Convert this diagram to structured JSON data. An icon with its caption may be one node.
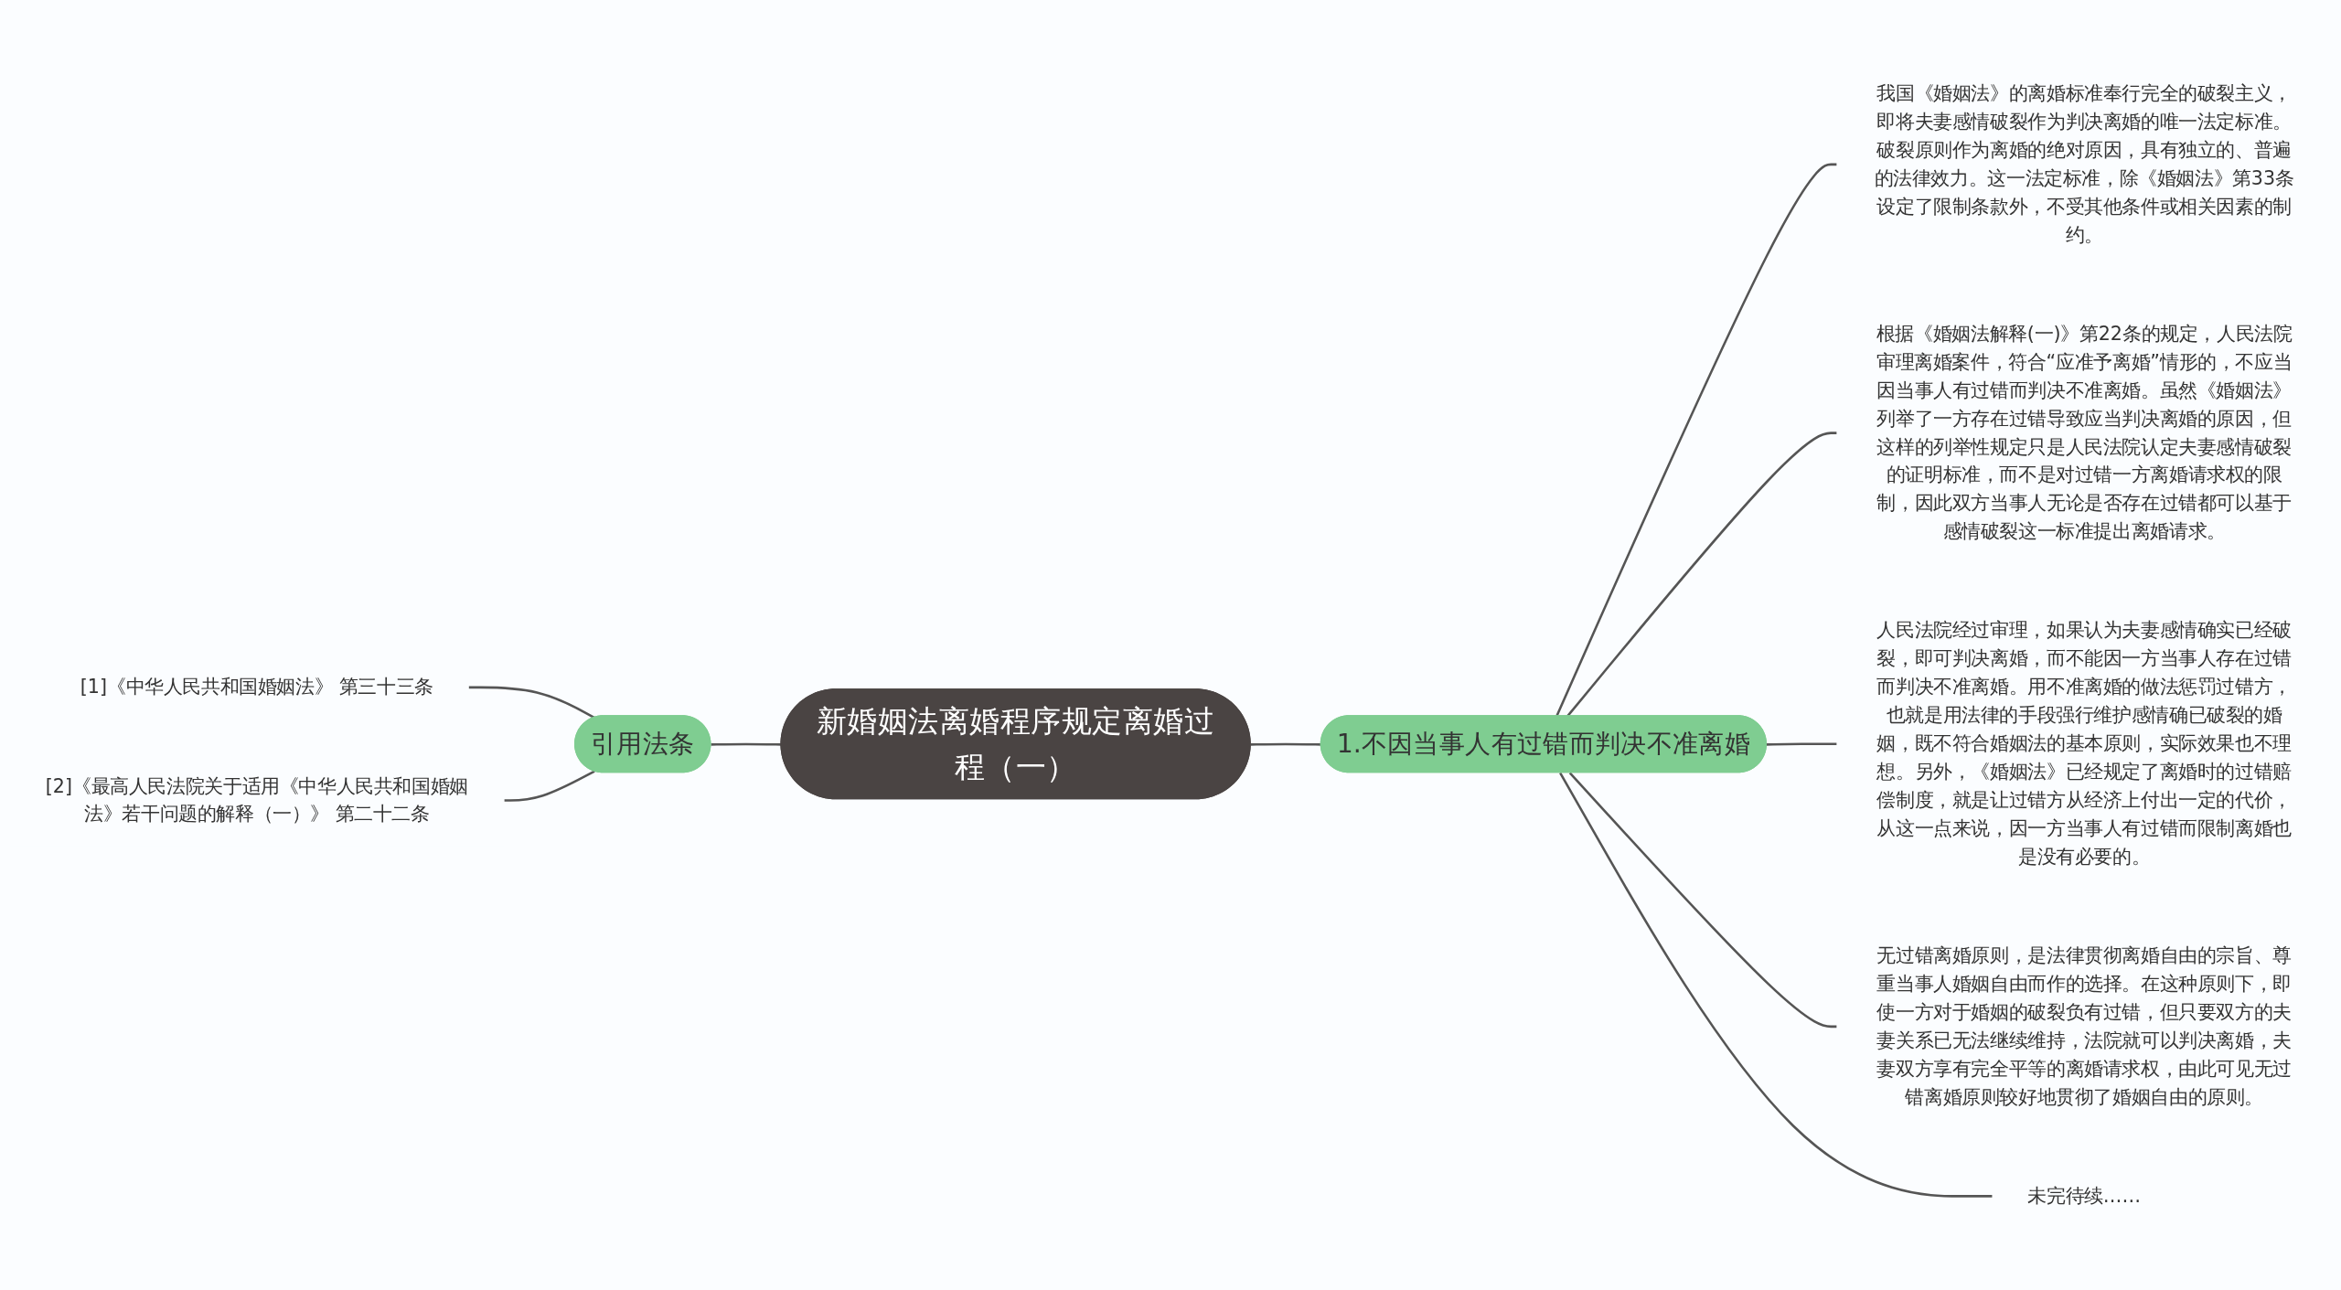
{
  "diagram": {
    "nodes": [
      {
        "text": [
          "新婚姻法离婚程序规定离婚过程（一）"
        ]
      },
      {
        "text": [
          "引用法条"
        ]
      },
      {
        "text": [
          "[1]《中华人民共和国婚姻法》 第三十三条"
        ]
      },
      {
        "text": [
          "[2]《最高人民法院关于适用《中华人民共和国婚姻法》若干问题的解释（一）》 第二十二条"
        ]
      },
      {
        "text": [
          "1.不因当事人有过错而判决不准离婚"
        ]
      },
      {
        "text": [
          "我国《婚姻法》的离婚标准奉行完全的破裂主义，即将夫妻感情破裂作为判决离婚的唯一法定标准。破裂原则作为离婚的绝对原因，具有独立的、普遍的法律效力。这一法定标准，除《婚姻法》第33条设定了限制条款外，不受其他条件或相关因素的制约。"
        ]
      },
      {
        "text": [
          "根据《婚姻法解释(一)》第22条的规定，人民法院审理离婚案件，符合“应准予离婚”情形的，不应当因当事人有过错而判决不准离婚。虽然《婚姻法》列举了一方存在过错导致应当判决离婚的原因，但这样的列举性规定只是人民法院认定夫妻感情破裂的证明标准，而不是对过错一方离婚请求权的限制，因此双方当事人无论是否存在过错都可以基于感情破裂这一标准提出离婚请求。"
        ]
      },
      {
        "text": [
          "人民法院经过审理，如果认为夫妻感情确实已经破裂，即可判决离婚，而不能因一方当事人存在过错而判决不准离婚。用不准离婚的做法惩罚过错方，也就是用法律的手段强行维护感情确已破裂的婚姻，既不符合婚姻法的基本原则，实际效果也不理想。另外，《婚姻法》已经规定了离婚时的过错赔偿制度，就是让过错方从经济上付出一定的代价，从这一点来说，因一方当事人有过错而限制离婚也是没有必要的。"
        ]
      },
      {
        "text": [
          "无过错离婚原则，是法律贯彻离婚自由的宗旨、尊重当事人婚姻自由而作的选择。在这种原则下，即使一方对于婚姻的破裂负有过错，但只要双方的夫妻关系已无法继续维持，法院就可以判决离婚，夫妻双方享有完全平等的离婚请求权，由此可见无过错离婚原则较好地贯彻了婚姻自由的原则。"
        ]
      },
      {
        "text": [
          "未完待续……"
        ]
      }
    ],
    "edges": [
      {
        "from": 0,
        "to": 1,
        "arrow": "none"
      },
      {
        "from": 1,
        "to": 2,
        "arrow": "none"
      },
      {
        "from": 1,
        "to": 3,
        "arrow": "none"
      },
      {
        "from": 0,
        "to": 4,
        "arrow": "none"
      },
      {
        "from": 4,
        "to": 5,
        "arrow": "none"
      },
      {
        "from": 4,
        "to": 6,
        "arrow": "none"
      },
      {
        "from": 4,
        "to": 7,
        "arrow": "none"
      },
      {
        "from": 4,
        "to": 8,
        "arrow": "none"
      },
      {
        "from": 4,
        "to": 9,
        "arrow": "none"
      }
    ]
  }
}
